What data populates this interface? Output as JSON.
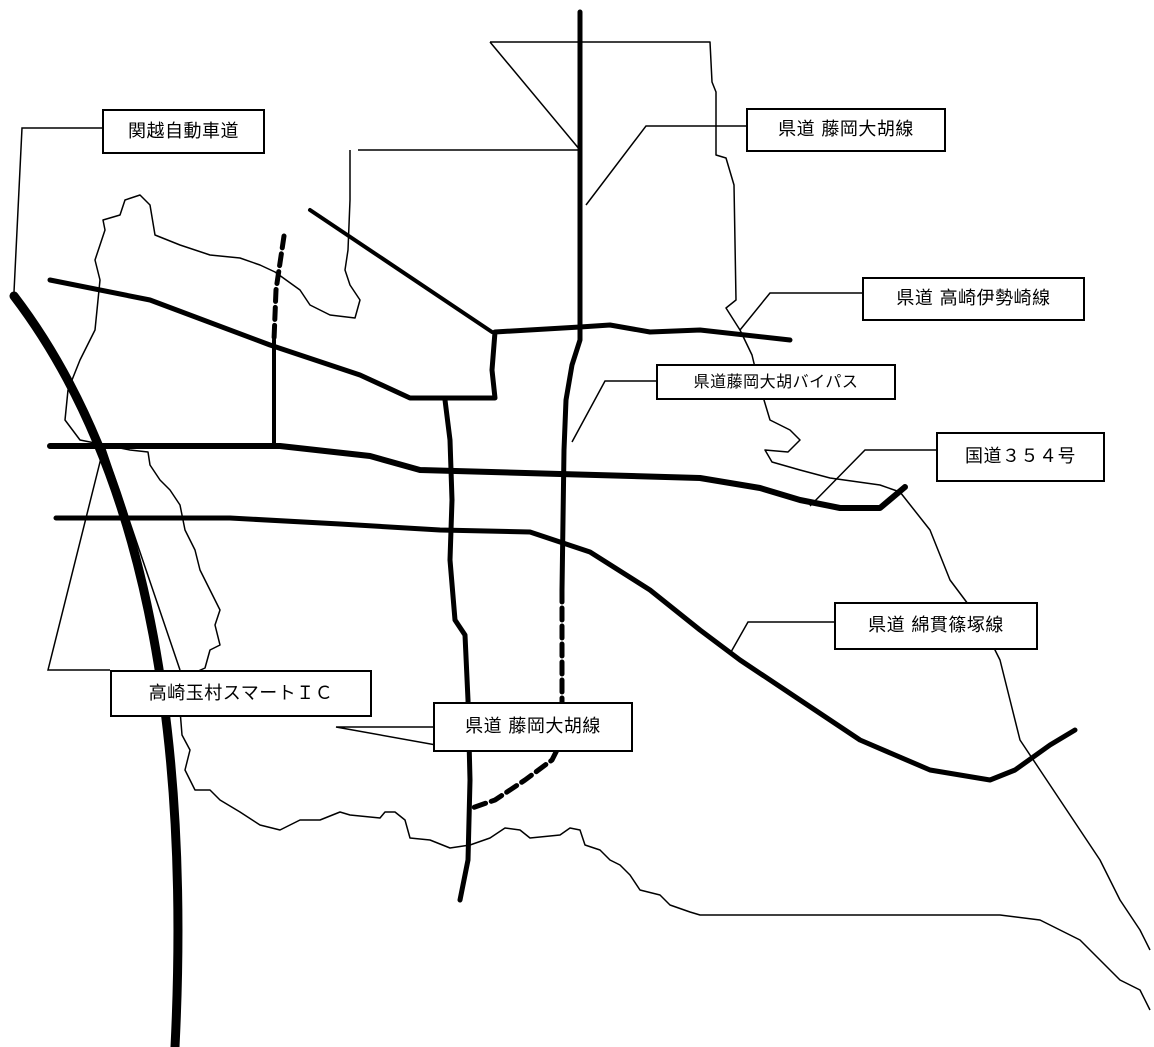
{
  "map": {
    "labels": {
      "kanetsu": "関越自動車道",
      "fujioka_ogo_north": "県道 藤岡大胡線",
      "takasaki_isesaki": "県道 高崎伊勢崎線",
      "fujioka_ogo_bypass": "県道藤岡大胡バイパス",
      "national_354": "国道３５４号",
      "watanuki_shinozuka": "県道 綿貫篠塚線",
      "smart_ic": "高崎玉村スマートＩＣ",
      "fujioka_ogo_south": "県道 藤岡大胡線"
    },
    "legend_note": "",
    "line_color": "#000000",
    "background_color": "#ffffff"
  }
}
